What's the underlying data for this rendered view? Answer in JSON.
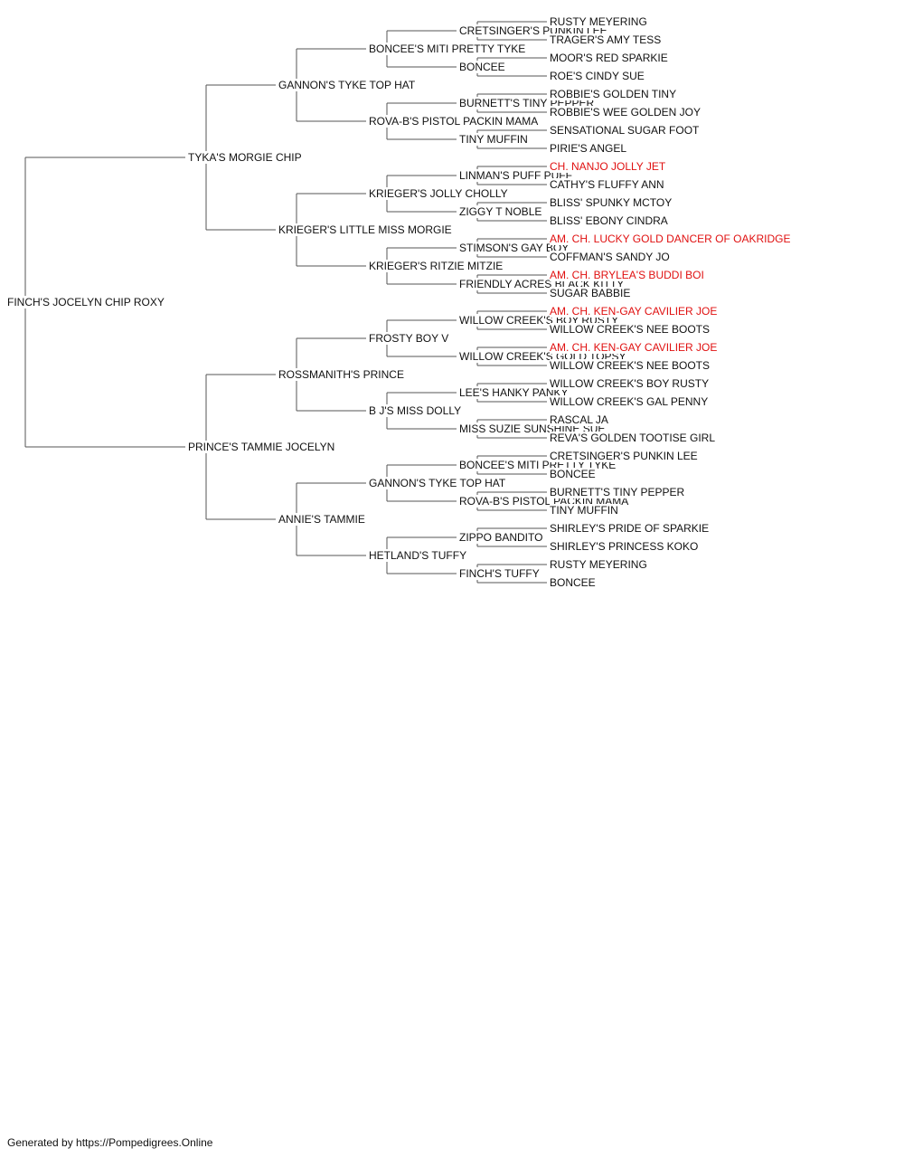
{
  "title": "",
  "champion_color": "#e01010",
  "line_color": "#555555",
  "pedigree": {
    "name": "FINCH'S JOCELYN CHIP ROXY",
    "sire": {
      "name": "TYKA'S MORGIE CHIP",
      "sire": {
        "name": "GANNON'S TYKE TOP HAT",
        "sire": {
          "name": "BONCEE'S MITI PRETTY TYKE",
          "sire": {
            "name": "CRETSINGER'S PUNKIN LEE",
            "sire": {
              "name": "RUSTY MEYERING"
            },
            "dam": {
              "name": "TRAGER'S AMY TESS"
            }
          },
          "dam": {
            "name": "BONCEE",
            "sire": {
              "name": "MOOR'S RED SPARKIE"
            },
            "dam": {
              "name": "ROE'S CINDY SUE"
            }
          }
        },
        "dam": {
          "name": "ROVA-B'S PISTOL PACKIN MAMA",
          "sire": {
            "name": "BURNETT'S TINY PEPPER",
            "sire": {
              "name": "ROBBIE'S GOLDEN TINY"
            },
            "dam": {
              "name": "ROBBIE'S WEE GOLDEN JOY"
            }
          },
          "dam": {
            "name": "TINY MUFFIN",
            "sire": {
              "name": "SENSATIONAL SUGAR FOOT"
            },
            "dam": {
              "name": "PIRIE'S ANGEL"
            }
          }
        }
      },
      "dam": {
        "name": "KRIEGER'S LITTLE MISS MORGIE",
        "sire": {
          "name": "KRIEGER'S JOLLY CHOLLY",
          "sire": {
            "name": "LINMAN'S PUFF PUFF",
            "sire": {
              "name": "CH. NANJO JOLLY JET",
              "champion": true
            },
            "dam": {
              "name": "CATHY'S FLUFFY ANN"
            }
          },
          "dam": {
            "name": "ZIGGY T NOBLE",
            "sire": {
              "name": "BLISS' SPUNKY MCTOY"
            },
            "dam": {
              "name": "BLISS' EBONY CINDRA"
            }
          }
        },
        "dam": {
          "name": "KRIEGER'S RITZIE MITZIE",
          "sire": {
            "name": "STIMSON'S GAY BOY",
            "sire": {
              "name": "AM. CH. LUCKY GOLD DANCER OF OAKRIDGE",
              "champion": true
            },
            "dam": {
              "name": "COFFMAN'S SANDY JO"
            }
          },
          "dam": {
            "name": "FRIENDLY ACRES BLACK KITTY",
            "sire": {
              "name": "AM. CH. BRYLEA'S BUDDI BOI",
              "champion": true
            },
            "dam": {
              "name": "SUGAR BABBIE"
            }
          }
        }
      }
    },
    "dam": {
      "name": "PRINCE'S TAMMIE JOCELYN",
      "sire": {
        "name": "ROSSMANITH'S PRINCE",
        "sire": {
          "name": "FROSTY BOY V",
          "sire": {
            "name": "WILLOW CREEK'S BOY RUSTY",
            "sire": {
              "name": "AM. CH. KEN-GAY CAVILIER JOE",
              "champion": true
            },
            "dam": {
              "name": "WILLOW CREEK'S NEE BOOTS"
            }
          },
          "dam": {
            "name": "WILLOW CREEK'S GOLD TOPSY",
            "sire": {
              "name": "AM. CH. KEN-GAY CAVILIER JOE",
              "champion": true
            },
            "dam": {
              "name": "WILLOW CREEK'S NEE BOOTS"
            }
          }
        },
        "dam": {
          "name": "B J'S MISS DOLLY",
          "sire": {
            "name": "LEE'S HANKY PANKY",
            "sire": {
              "name": "WILLOW CREEK'S BOY RUSTY"
            },
            "dam": {
              "name": "WILLOW CREEK'S GAL PENNY"
            }
          },
          "dam": {
            "name": "MISS SUZIE SUNSHINE SUE",
            "sire": {
              "name": "RASCAL JA"
            },
            "dam": {
              "name": "REVA'S GOLDEN TOOTISE GIRL"
            }
          }
        }
      },
      "dam": {
        "name": "ANNIE'S TAMMIE",
        "sire": {
          "name": "GANNON'S TYKE TOP HAT",
          "sire": {
            "name": "BONCEE'S MITI PRETTY TYKE",
            "sire": {
              "name": "CRETSINGER'S PUNKIN LEE"
            },
            "dam": {
              "name": "BONCEE"
            }
          },
          "dam": {
            "name": "ROVA-B'S PISTOL PACKIN MAMA",
            "sire": {
              "name": "BURNETT'S TINY PEPPER"
            },
            "dam": {
              "name": "TINY MUFFIN"
            }
          }
        },
        "dam": {
          "name": "HETLAND'S TUFFY",
          "sire": {
            "name": "ZIPPO BANDITO",
            "sire": {
              "name": "SHIRLEY'S PRIDE OF SPARKIE"
            },
            "dam": {
              "name": "SHIRLEY'S PRINCESS KOKO"
            }
          },
          "dam": {
            "name": "FINCH'S TUFFY",
            "sire": {
              "name": "RUSTY MEYERING"
            },
            "dam": {
              "name": "BONCEE"
            }
          }
        }
      }
    }
  },
  "footer": "Generated by https://Pompedigrees.Online"
}
